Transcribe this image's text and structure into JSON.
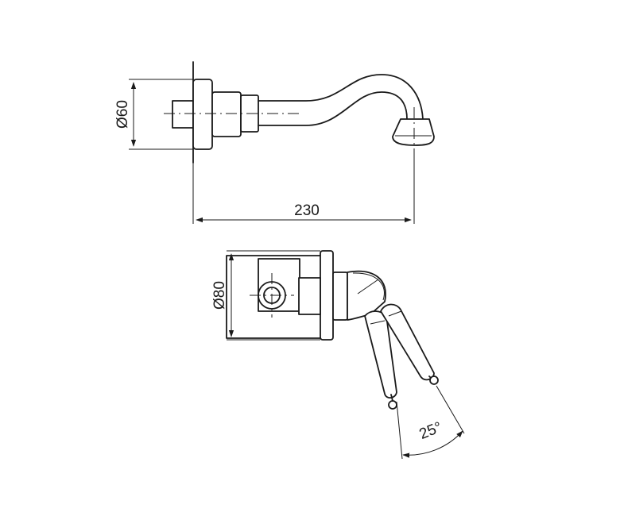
{
  "spout_view": {
    "diameter_label": "Ø60",
    "length_label": "230"
  },
  "mixer_view": {
    "diameter_label": "Ø80",
    "angle_label": "25°"
  }
}
